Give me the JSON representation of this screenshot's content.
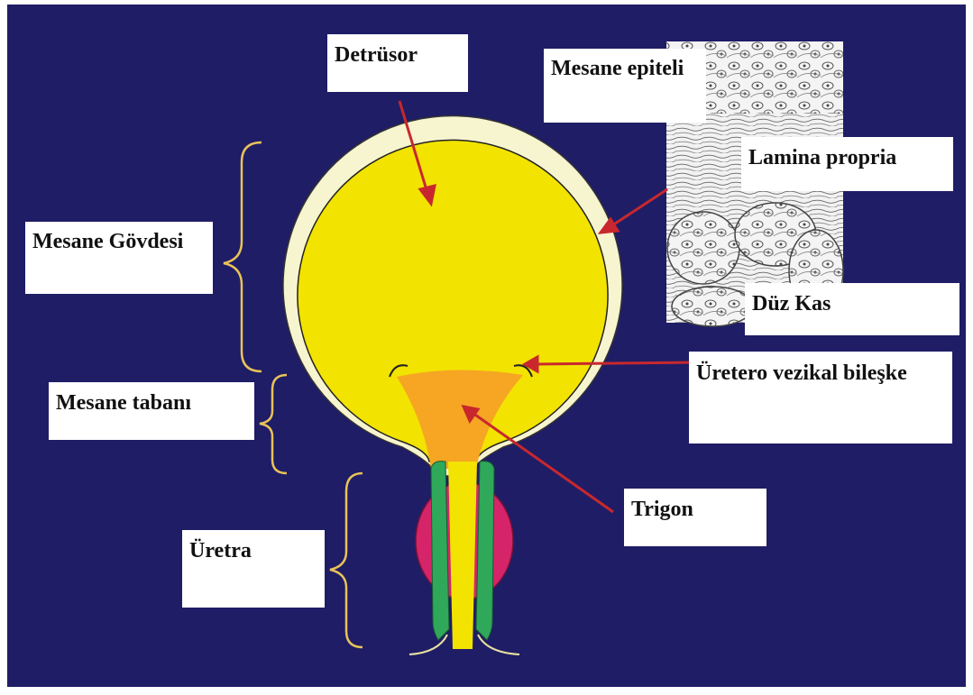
{
  "labels": {
    "detrusor": "Detrüsor",
    "mesane_epiteli": "Mesane epiteli",
    "lamina_propria": "Lamina propria",
    "mesane_govdesi": "Mesane Gövdesi",
    "duz_kas": "Düz Kas",
    "uretero_vezikal": "Üretero vezikal bileşke",
    "mesane_tabani": "Mesane tabanı",
    "trigon": "Trigon",
    "uretra": "Üretra"
  },
  "colors": {
    "background": "#1f1d66",
    "bladder_lumen": "#f2e300",
    "bladder_wall": "#f7f4d0",
    "trigone": "#f6a623",
    "urethra_muscle": "#2fa85a",
    "prostate": "#d6246a",
    "brace": "#e8c25a",
    "arrow": "#c8282d",
    "label_box": "#ffffff"
  }
}
